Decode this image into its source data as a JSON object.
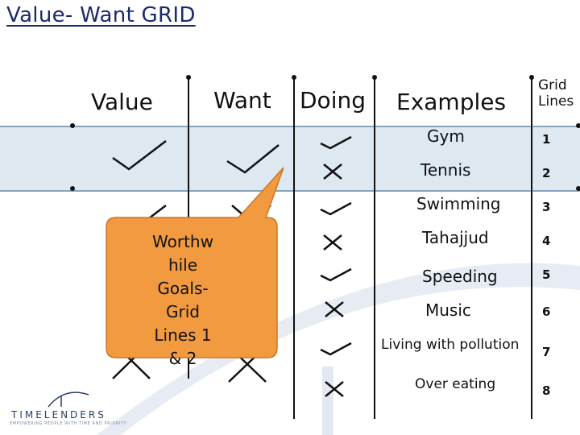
{
  "title": "Value- Want GRID",
  "headers": {
    "value": "Value",
    "want": "Want",
    "doing": "Doing",
    "examples": "Examples",
    "grid_lines_1": "Grid",
    "grid_lines_2": "Lines"
  },
  "rows": [
    {
      "example": "Gym",
      "line": "1",
      "doing": "check"
    },
    {
      "example": "Tennis",
      "line": "2",
      "doing": "cross"
    },
    {
      "example": "Swimming",
      "line": "3",
      "doing": "check"
    },
    {
      "example": "Tahajjud",
      "line": "4",
      "doing": "cross"
    },
    {
      "example": "Speeding",
      "line": "5",
      "doing": "check"
    },
    {
      "example": "Music",
      "line": "6",
      "doing": "cross"
    },
    {
      "example": "Living with pollution",
      "line": "7",
      "doing": "check"
    },
    {
      "example": "Over eating",
      "line": "8",
      "doing": "cross"
    }
  ],
  "callout": {
    "lines": [
      "Worthw",
      "hile",
      "Goals-",
      "Grid",
      "Lines 1",
      "& 2"
    ]
  },
  "logo": {
    "name": "TIMELENDERS",
    "tagline": "EMPOWERING PEOPLE WITH TIME AND PRIORITY"
  },
  "colors": {
    "title": "#1c2a6b",
    "band": "#dde8f1",
    "callout": "#f29a3f",
    "callout_border": "#c9762a",
    "swoosh": "#e3e8f1"
  }
}
